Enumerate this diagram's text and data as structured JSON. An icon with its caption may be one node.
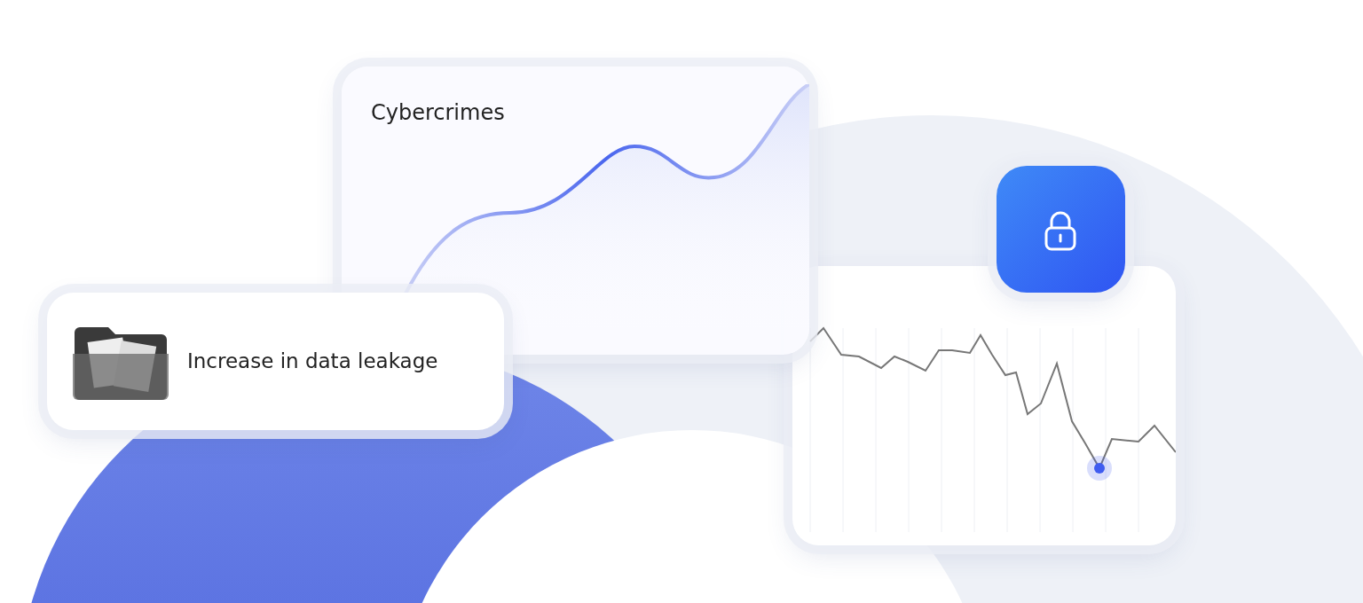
{
  "diagram": {
    "nodes": [
      {
        "text": [
          "Cybercrimes"
        ]
      },
      {
        "text": [],
        "shape": "box"
      },
      {
        "text": [
          "Increase in data leakage"
        ]
      },
      {
        "text": [],
        "shape": "box"
      }
    ]
  }
}
